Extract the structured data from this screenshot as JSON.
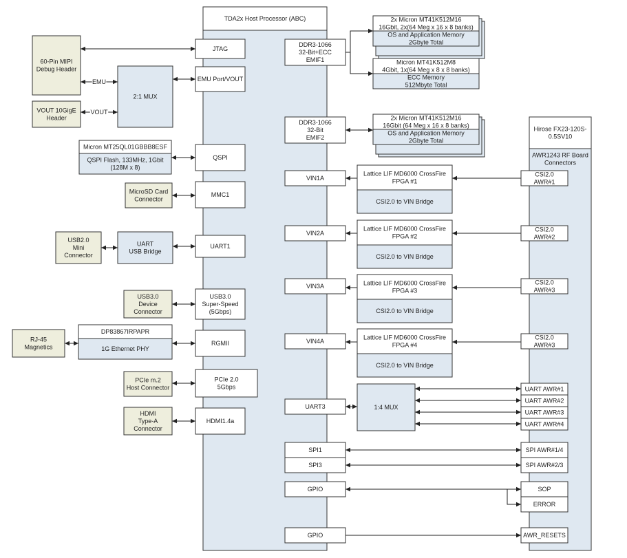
{
  "host": {
    "title": "TDA2x Host Processor (ABC)",
    "left_ports": [
      {
        "id": "jtag",
        "lines": [
          "JTAG"
        ]
      },
      {
        "id": "emu",
        "lines": [
          "EMU Port/VOUT"
        ]
      },
      {
        "id": "qspi",
        "lines": [
          "QSPI"
        ]
      },
      {
        "id": "mmc1",
        "lines": [
          "MMC1"
        ]
      },
      {
        "id": "uart1",
        "lines": [
          "UART1"
        ]
      },
      {
        "id": "usb3",
        "lines": [
          "USB3.0",
          "Super-Speed",
          "(5Gbps)"
        ]
      },
      {
        "id": "rgmii",
        "lines": [
          "RGMII"
        ]
      },
      {
        "id": "pcie",
        "lines": [
          "PCIe 2.0",
          "5Gbps"
        ]
      },
      {
        "id": "hdmi",
        "lines": [
          "HDMI1.4a"
        ]
      }
    ],
    "right_ports": [
      {
        "id": "emif1",
        "lines": [
          "DDR3-1066",
          "32-Bit+ECC",
          "EMIF1"
        ]
      },
      {
        "id": "emif2",
        "lines": [
          "DDR3-1066",
          "32-Bit",
          "EMIF2"
        ]
      },
      {
        "id": "vin1a",
        "lines": [
          "VIN1A"
        ]
      },
      {
        "id": "vin2a",
        "lines": [
          "VIN2A"
        ]
      },
      {
        "id": "vin3a",
        "lines": [
          "VIN3A"
        ]
      },
      {
        "id": "vin4a",
        "lines": [
          "VIN4A"
        ]
      },
      {
        "id": "uart3",
        "lines": [
          "UART3"
        ]
      },
      {
        "id": "spi1",
        "lines": [
          "SPI1"
        ]
      },
      {
        "id": "spi3",
        "lines": [
          "SPI3"
        ]
      },
      {
        "id": "gpio1",
        "lines": [
          "GPIO"
        ]
      },
      {
        "id": "gpio2",
        "lines": [
          "GPIO"
        ]
      }
    ]
  },
  "left_devices": [
    {
      "id": "mipi",
      "lines": [
        "60-Pin MIPI",
        "Debug Header"
      ]
    },
    {
      "id": "vout10",
      "lines": [
        "VOUT 10GigE",
        "Header"
      ]
    },
    {
      "id": "mux21",
      "lines": [
        "2:1 MUX"
      ]
    },
    {
      "id": "flash_title",
      "lines": [
        "Micron MT25QL01GBBB8ESF"
      ]
    },
    {
      "id": "flash_desc",
      "lines": [
        "QSPI Flash, 133MHz, 1Gbit",
        "(128M x 8)"
      ]
    },
    {
      "id": "microsd",
      "lines": [
        "MicroSD Card",
        "Connector"
      ]
    },
    {
      "id": "usb2",
      "lines": [
        "USB2.0",
        "Mini",
        "Connector"
      ]
    },
    {
      "id": "uartusb",
      "lines": [
        "UART",
        "USB Bridge"
      ]
    },
    {
      "id": "usb3conn",
      "lines": [
        "USB3.0",
        "Device",
        "Connector"
      ]
    },
    {
      "id": "phy_title",
      "lines": [
        "DP83867IRPAPR"
      ]
    },
    {
      "id": "phy_desc",
      "lines": [
        "1G Ethernet PHY"
      ]
    },
    {
      "id": "rj45",
      "lines": [
        "RJ-45",
        "Magnetics"
      ]
    },
    {
      "id": "pciem2",
      "lines": [
        "PCIe m.2",
        "Host Connector"
      ]
    },
    {
      "id": "hdmiconn",
      "lines": [
        "HDMI",
        "Type-A",
        "Connector"
      ]
    }
  ],
  "edge_labels": {
    "emu": "EMU",
    "vout": "VOUT"
  },
  "memory": [
    {
      "id": "mem1",
      "title": [
        "2x Micron MT41K512M16",
        "16Gbit, 2x(64 Meg x 16 x 8 banks)"
      ],
      "desc": [
        "OS and Application Memory",
        "2Gbyte Total"
      ]
    },
    {
      "id": "mem2",
      "title": [
        "Micron MT41K512M8",
        "4Gbit, 1x(64 Meg x 8 x 8 banks)"
      ],
      "desc": [
        "ECC Memory",
        "512Mbyte Total"
      ]
    },
    {
      "id": "mem3",
      "title": [
        "2x Micron MT41K512M16",
        "16Gbit (64 Meg x 16 x 8 banks)"
      ],
      "desc": [
        "OS and Application Memory",
        "2Gbyte Total"
      ]
    }
  ],
  "fpgas": [
    {
      "id": "fpga1",
      "title": [
        "Lattice LIF MD6000 CrossFire",
        "FPGA #1"
      ],
      "desc": [
        "CSI2.0 to VIN Bridge"
      ]
    },
    {
      "id": "fpga2",
      "title": [
        "Lattice LIF MD6000 CrossFire",
        "FPGA #2"
      ],
      "desc": [
        "CSI2.0 to VIN Bridge"
      ]
    },
    {
      "id": "fpga3",
      "title": [
        "Lattice LIF MD6000 CrossFire",
        "FPGA #3"
      ],
      "desc": [
        "CSI2.0 to VIN Bridge"
      ]
    },
    {
      "id": "fpga4",
      "title": [
        "Lattice LIF MD6000 CrossFire",
        "FPGA #4"
      ],
      "desc": [
        "CSI2.0 to VIN Bridge"
      ]
    }
  ],
  "mux14": {
    "lines": [
      "1:4 MUX"
    ]
  },
  "connector": {
    "title": [
      "Hirose FX23-120S-",
      "0.5SV10"
    ],
    "subtitle": [
      "AWR1243 RF Board",
      "Connectors"
    ],
    "ports": [
      {
        "id": "csi1",
        "lines": [
          "CSI2.0",
          "AWR#1"
        ]
      },
      {
        "id": "csi2",
        "lines": [
          "CSI2.0",
          "AWR#2"
        ]
      },
      {
        "id": "csi3",
        "lines": [
          "CSI2.0",
          "AWR#3"
        ]
      },
      {
        "id": "csi4",
        "lines": [
          "CSI2.0",
          "AWR#3"
        ]
      },
      {
        "id": "uawr1",
        "lines": [
          "UART AWR#1"
        ]
      },
      {
        "id": "uawr2",
        "lines": [
          "UART AWR#2"
        ]
      },
      {
        "id": "uawr3",
        "lines": [
          "UART AWR#3"
        ]
      },
      {
        "id": "uawr4",
        "lines": [
          "UART AWR#4"
        ]
      },
      {
        "id": "spiawr14",
        "lines": [
          "SPI AWR#1/4"
        ]
      },
      {
        "id": "spiawr23",
        "lines": [
          "SPI AWR#2/3"
        ]
      },
      {
        "id": "sop",
        "lines": [
          "SOP"
        ]
      },
      {
        "id": "error",
        "lines": [
          "ERROR"
        ]
      },
      {
        "id": "resets",
        "lines": [
          "AWR_RESETS"
        ]
      }
    ]
  }
}
